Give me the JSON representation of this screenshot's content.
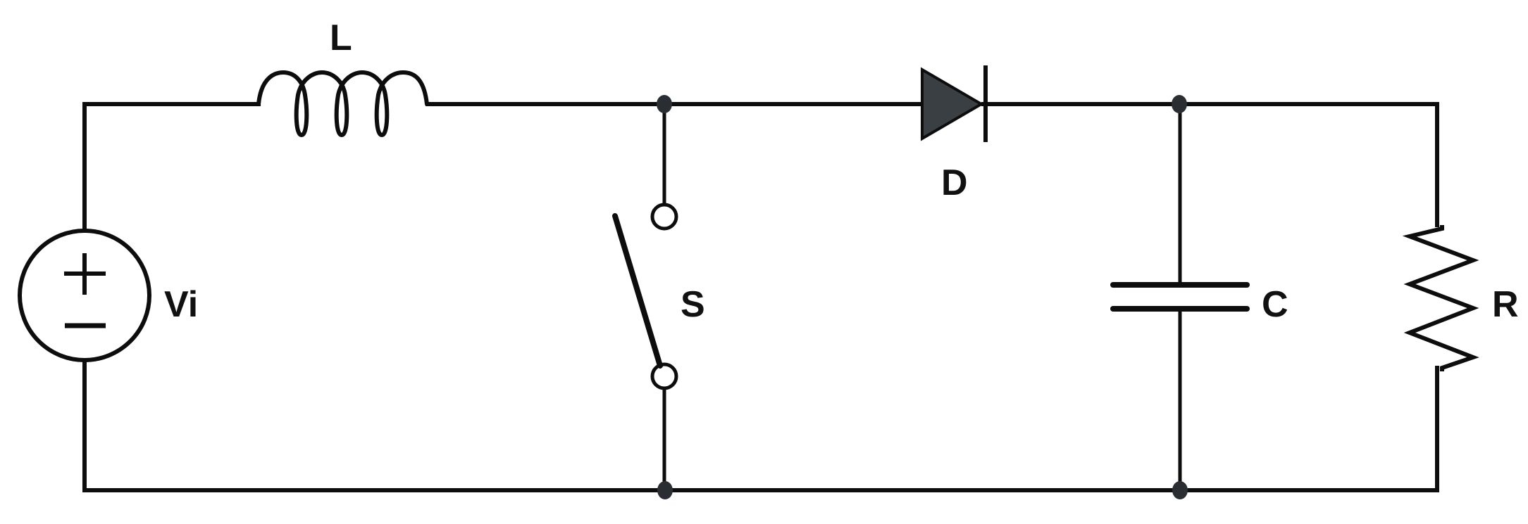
{
  "diagram": {
    "type": "circuit-schematic",
    "description": "Boost converter circuit",
    "colors": {
      "wire": "#0d0d0d",
      "diode_fill": "#3a3f44",
      "node": "#2a2e32",
      "background": "#ffffff"
    },
    "components": {
      "source": {
        "label": "Vi",
        "type": "dc-voltage-source",
        "plus_symbol": "+",
        "minus_symbol": "−"
      },
      "inductor": {
        "label": "L",
        "type": "inductor"
      },
      "switch": {
        "label": "S",
        "type": "spst-switch",
        "state": "open"
      },
      "diode": {
        "label": "D",
        "type": "diode"
      },
      "capacitor": {
        "label": "C",
        "type": "capacitor"
      },
      "resistor": {
        "label": "R",
        "type": "resistor"
      }
    },
    "nodes": [
      {
        "id": "switch-top-node"
      },
      {
        "id": "cap-top-node"
      },
      {
        "id": "switch-bottom-node"
      },
      {
        "id": "cap-bottom-node"
      }
    ]
  }
}
